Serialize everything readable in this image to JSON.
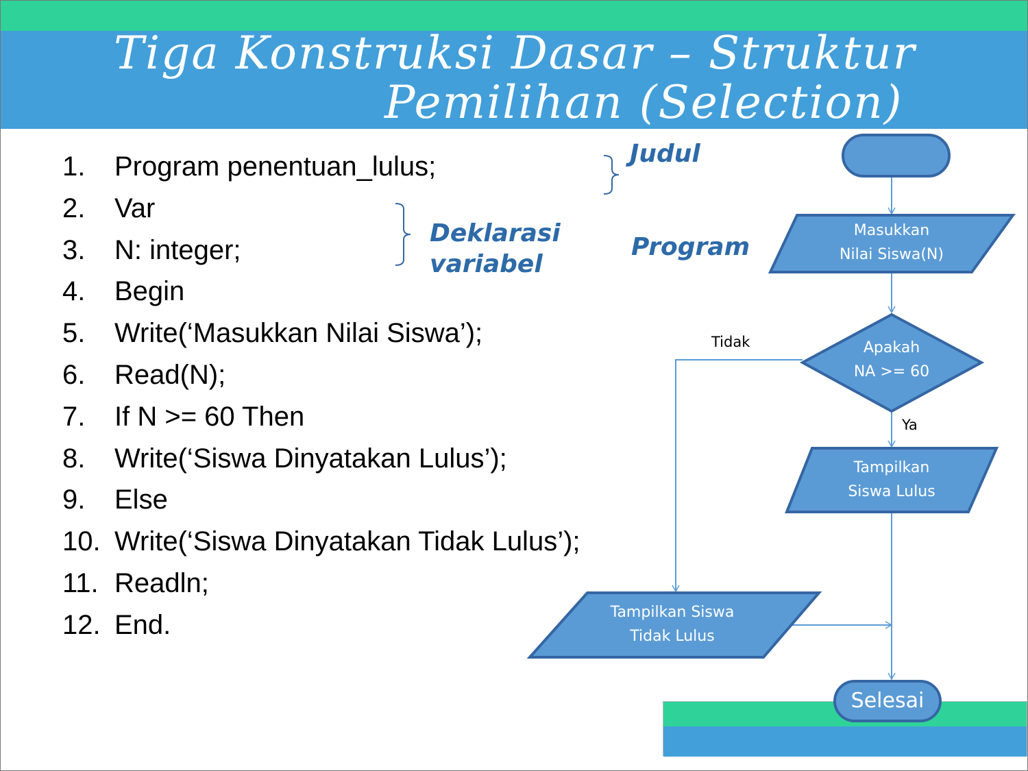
{
  "slide": {
    "title_line_1": "Tiga Konstruksi Dasar – Struktur",
    "title_line_2": "Pemilihan  (Selection)"
  },
  "code": [
    {
      "num": "1.",
      "text": "Program penentuan_lulus;"
    },
    {
      "num": "2.",
      "text": "Var"
    },
    {
      "num": "3.",
      "text": "N: integer;"
    },
    {
      "num": "4.",
      "text": "Begin"
    },
    {
      "num": "5.",
      "text": "Write(‘Masukkan Nilai Siswa’);"
    },
    {
      "num": "6.",
      "text": "Read(N);"
    },
    {
      "num": "7.",
      "text": "If N >= 60 Then"
    },
    {
      "num": "8.",
      "text": "Write(‘Siswa Dinyatakan Lulus’);"
    },
    {
      "num": "9.",
      "text": "Else"
    },
    {
      "num": "10.",
      "text": "Write(‘Siswa Dinyatakan Tidak Lulus’);"
    },
    {
      "num": "11.",
      "text": "Readln;"
    },
    {
      "num": "12.",
      "text": "End."
    }
  ],
  "annotations": {
    "judul": "Judul",
    "deklarasi_1": "Deklarasi",
    "deklarasi_2": "variabel",
    "program": "Program"
  },
  "flowchart": {
    "input": "Masukkan\nNilai Siswa(N)",
    "decision": "Apakah\nNA >= 60",
    "yes_label": "Ya",
    "no_label": "Tidak",
    "output_lulus": "Tampilkan\nSiswa Lulus",
    "output_tidak": "Tampilkan Siswa\nTidak Lulus",
    "end": "Selesai"
  },
  "colors": {
    "top_green": "#2fd39a",
    "top_blue": "#429fd9",
    "shape_fill": "#5b9bd5",
    "shape_stroke": "#3566a3",
    "annotation": "#2d6aa8"
  }
}
